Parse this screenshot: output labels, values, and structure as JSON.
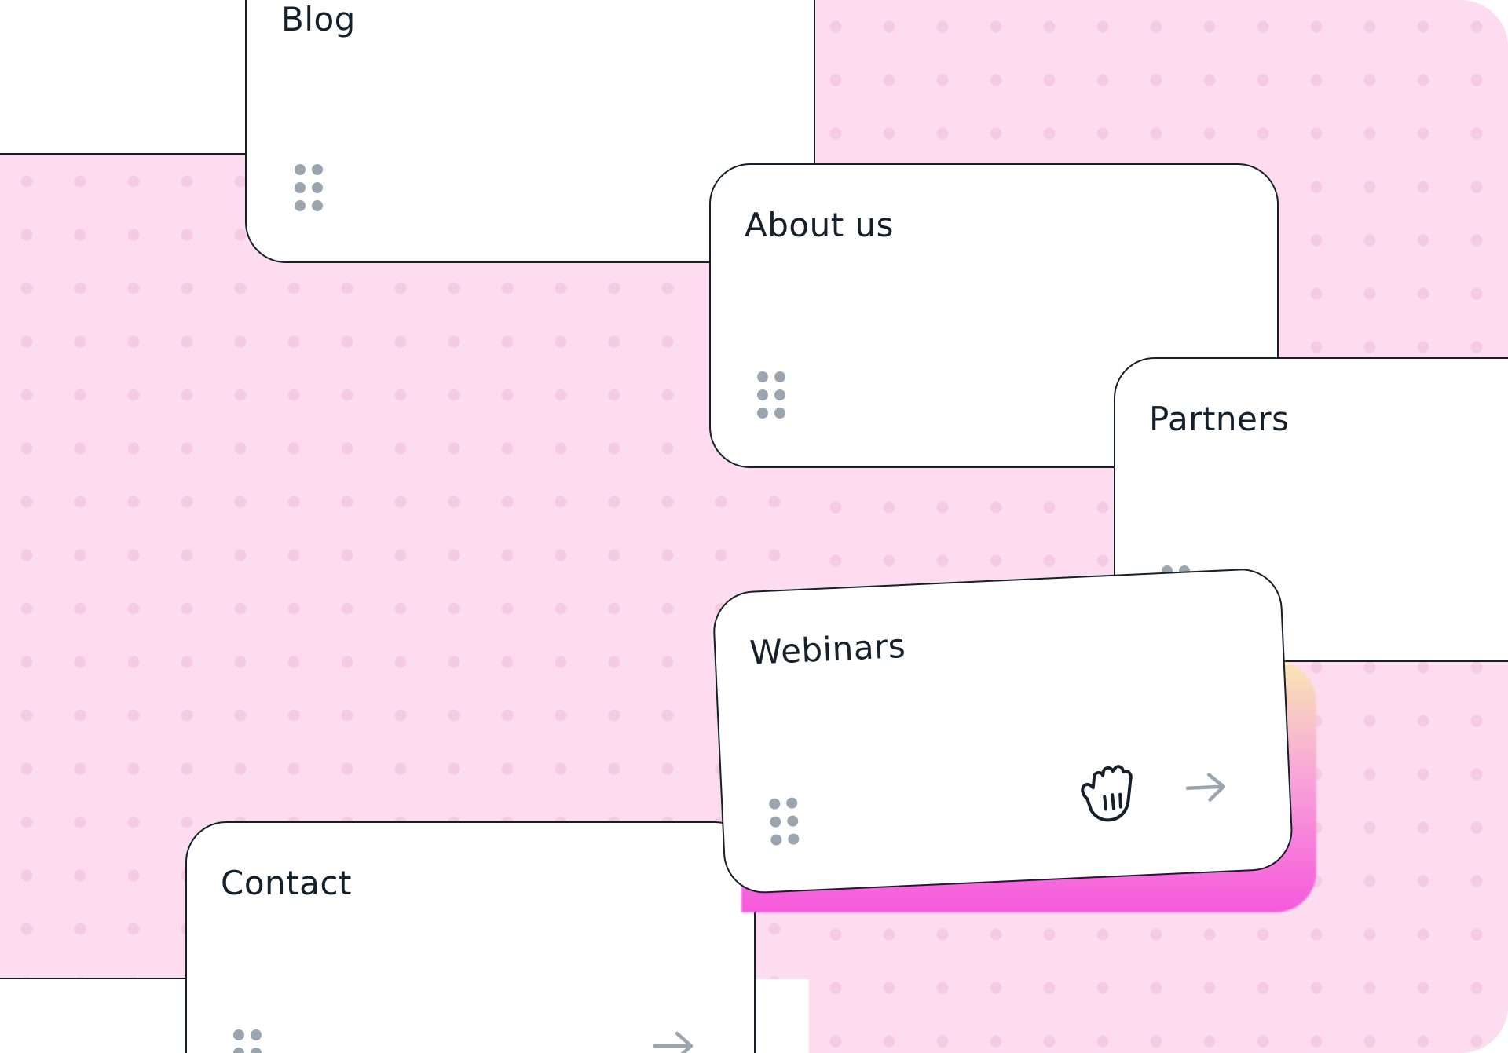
{
  "cards": {
    "blog": {
      "title": "Blog"
    },
    "about": {
      "title": "About us"
    },
    "partners": {
      "title": "Partners"
    },
    "webinars": {
      "title": "Webinars"
    },
    "contact": {
      "title": "Contact"
    }
  },
  "icons": {
    "grip": "drag-handle-icon",
    "hand": "grab-hand-icon",
    "arrow": "arrow-right-icon"
  },
  "colors": {
    "background_pink": "#fedcf0",
    "dot_pink": "#ecbed6",
    "border": "#14212b",
    "grip_gray": "#9aa5ad",
    "glow_top": "#f9e6b4",
    "glow_bottom": "#f658dc"
  }
}
